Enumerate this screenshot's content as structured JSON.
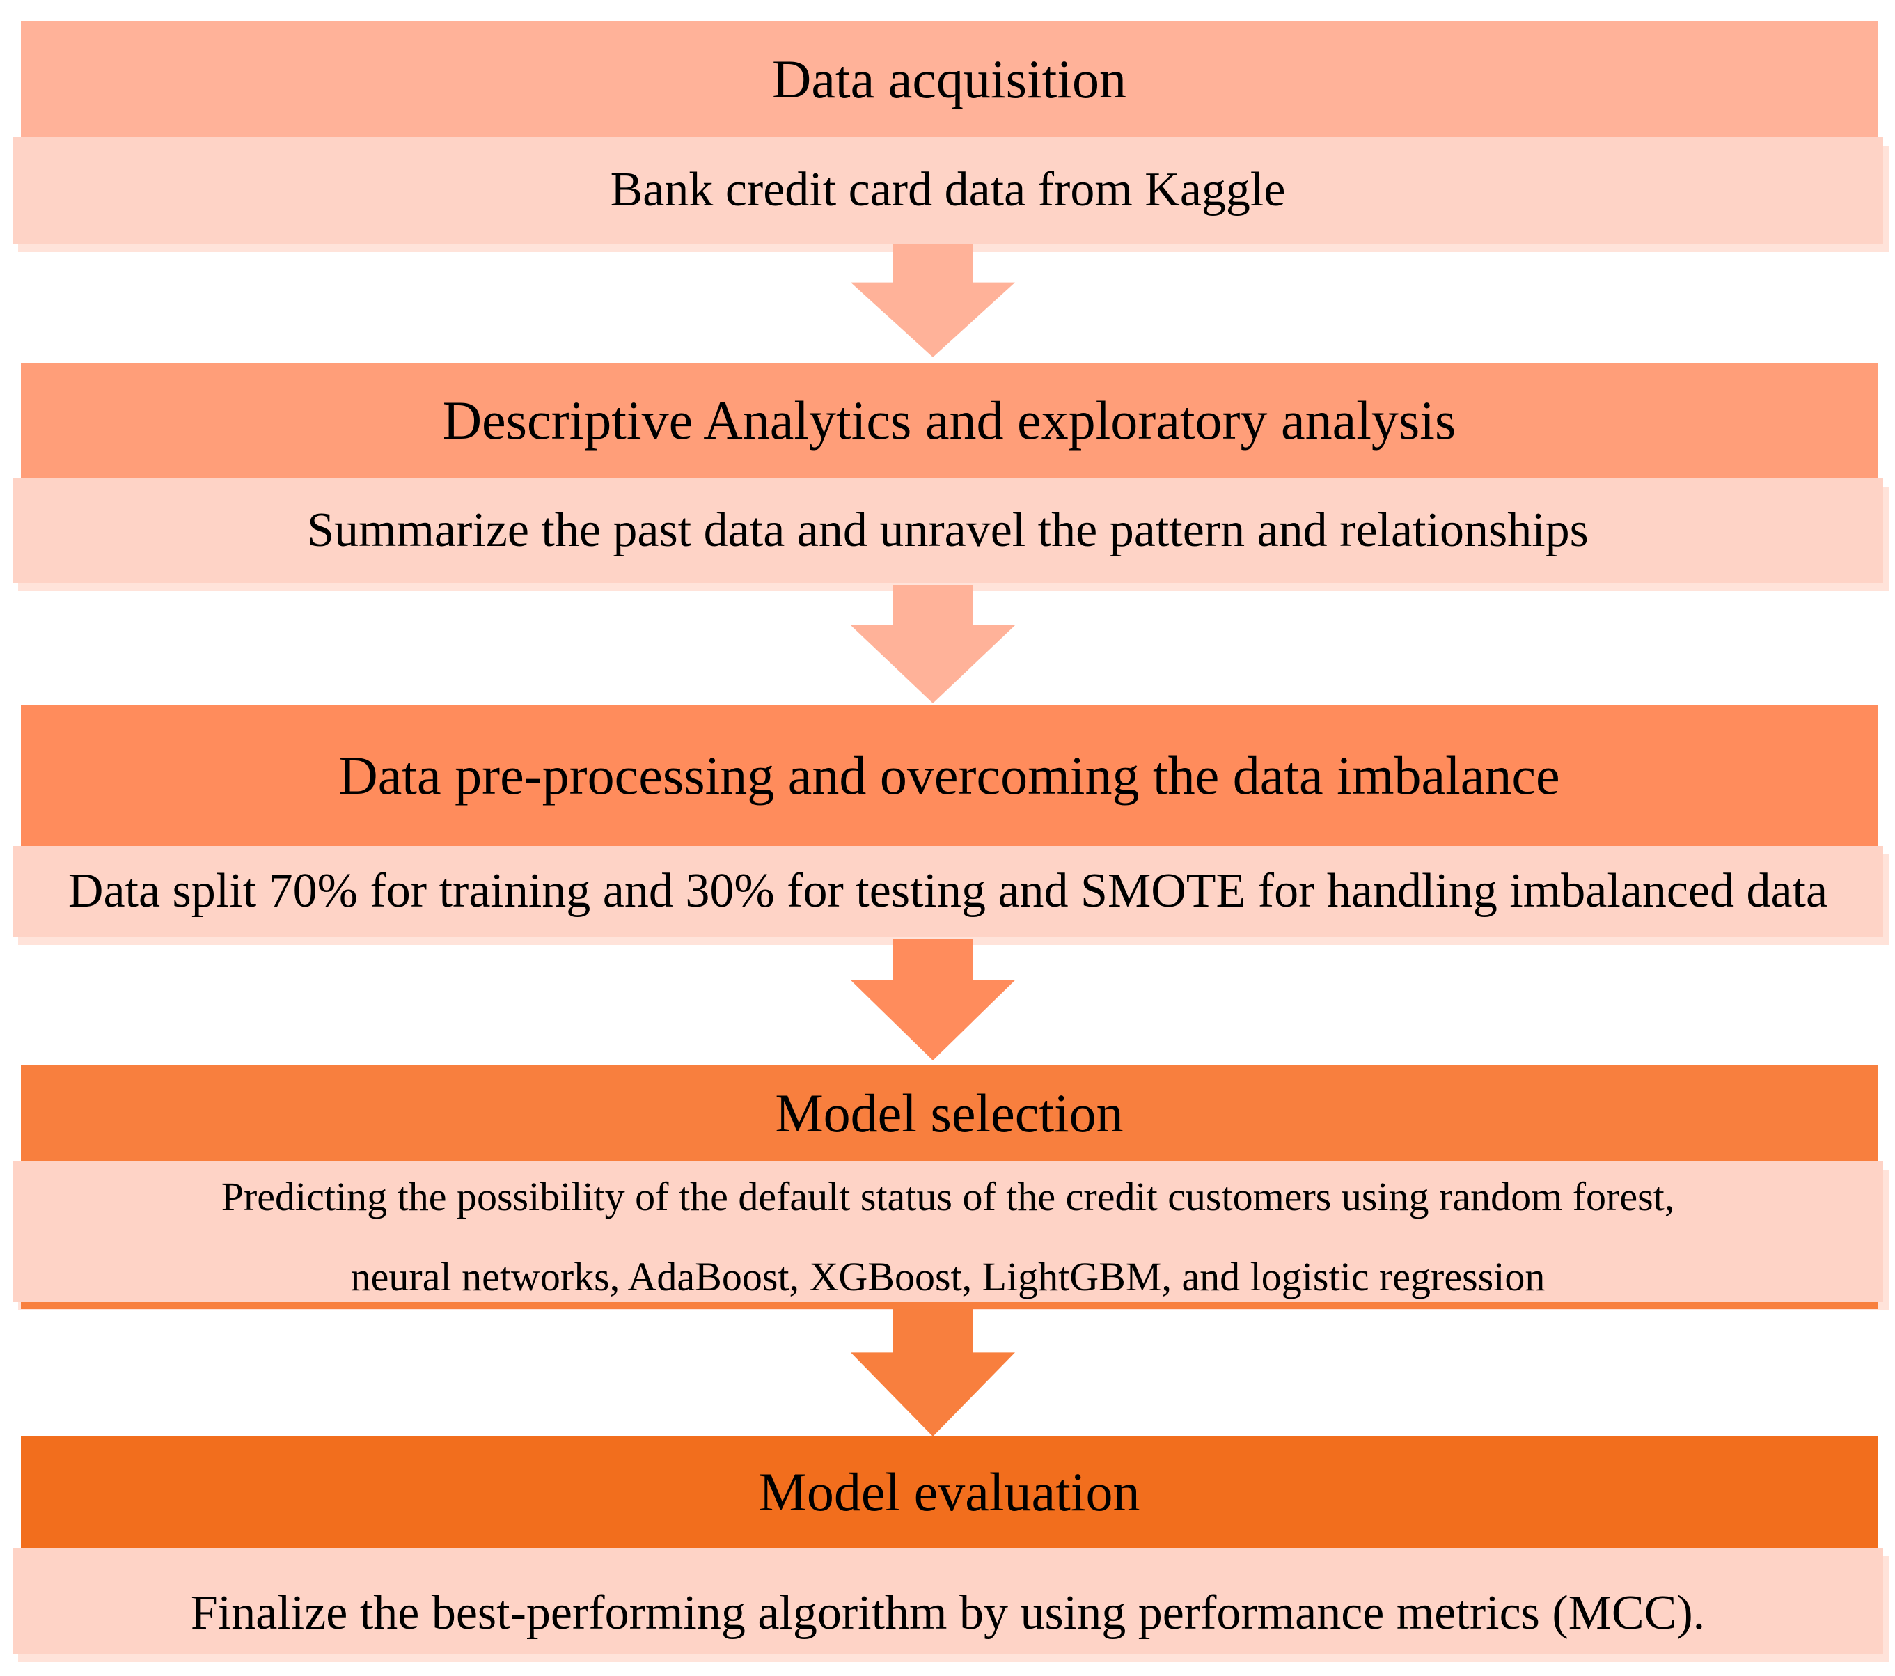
{
  "colors": {
    "canvas": "#FFFFFF",
    "text": "#000000",
    "body": "#FED3C6",
    "halo": "#FFE3DA",
    "header1": "#FFB299",
    "header2": "#FF9E79",
    "header3": "#FF8C5C",
    "header4": "#F87F3E",
    "header5": "#F26E1D",
    "arrow1": "#FFB299",
    "arrow2": "#FFB299",
    "arrow3": "#FF8C5C",
    "arrow4": "#F87F3E"
  },
  "flowchart": {
    "steps": [
      {
        "title": "Data acquisition",
        "desc_lines": [
          "Bank credit card data from Kaggle"
        ]
      },
      {
        "title": "Descriptive Analytics and exploratory analysis",
        "desc_lines": [
          "Summarize the past data and unravel the pattern and relationships"
        ]
      },
      {
        "title": "Data pre-processing and overcoming the data imbalance",
        "desc_lines": [
          "Data split 70% for training and 30% for testing and SMOTE for handling imbalanced data"
        ]
      },
      {
        "title": "Model selection",
        "desc_lines": [
          "Predicting the possibility of the default status of the credit customers using random forest,",
          "neural networks, AdaBoost, XGBoost, LightGBM, and logistic regression"
        ]
      },
      {
        "title": "Model evaluation",
        "desc_lines": [
          "Finalize the best-performing algorithm by using performance metrics (MCC)."
        ]
      }
    ]
  }
}
